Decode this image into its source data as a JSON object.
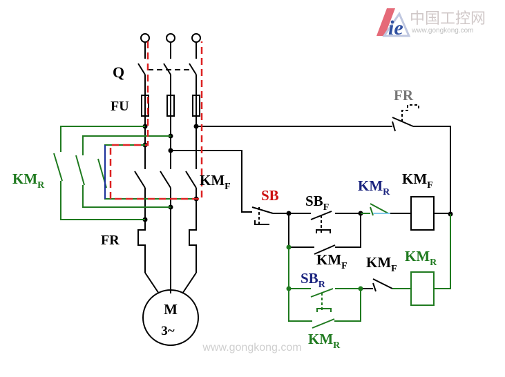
{
  "logo": {
    "mark": "ie",
    "name": "中国工控网",
    "url": "www.gongkong.com"
  },
  "watermark": "www.gongkong.com",
  "labels": {
    "q": "Q",
    "fu": "FU",
    "fr_main": "FR",
    "fr_ctrl": "FR",
    "km_r_main": {
      "base": "KM",
      "sub": "R"
    },
    "km_f_main": {
      "base": "KM",
      "sub": "F"
    },
    "sb": "SB",
    "sb_f": {
      "base": "SB",
      "sub": "F"
    },
    "km_r_interlock": {
      "base": "KM",
      "sub": "R"
    },
    "km_f_coil": {
      "base": "KM",
      "sub": "F"
    },
    "km_f_hold": {
      "base": "KM",
      "sub": "F"
    },
    "km_f_interlock": {
      "base": "KM",
      "sub": "F"
    },
    "km_r_coil": {
      "base": "KM",
      "sub": "R"
    },
    "sb_r": {
      "base": "SB",
      "sub": "R"
    },
    "km_r_hold": {
      "base": "KM",
      "sub": "R"
    },
    "motor": {
      "name": "M",
      "phase": "3~"
    }
  },
  "colors": {
    "wire": "#000000",
    "reverse": "#1f7a1f",
    "sb_label": "#cc1111",
    "forward_label": "#000000",
    "km_r_interlock_label": "#1a237e",
    "sb_r_label": "#1a237e",
    "fr_ctrl_label": "#777777",
    "dashed": "#dd2222",
    "logo_red": "#e05060",
    "logo_blue": "#3050a0"
  }
}
